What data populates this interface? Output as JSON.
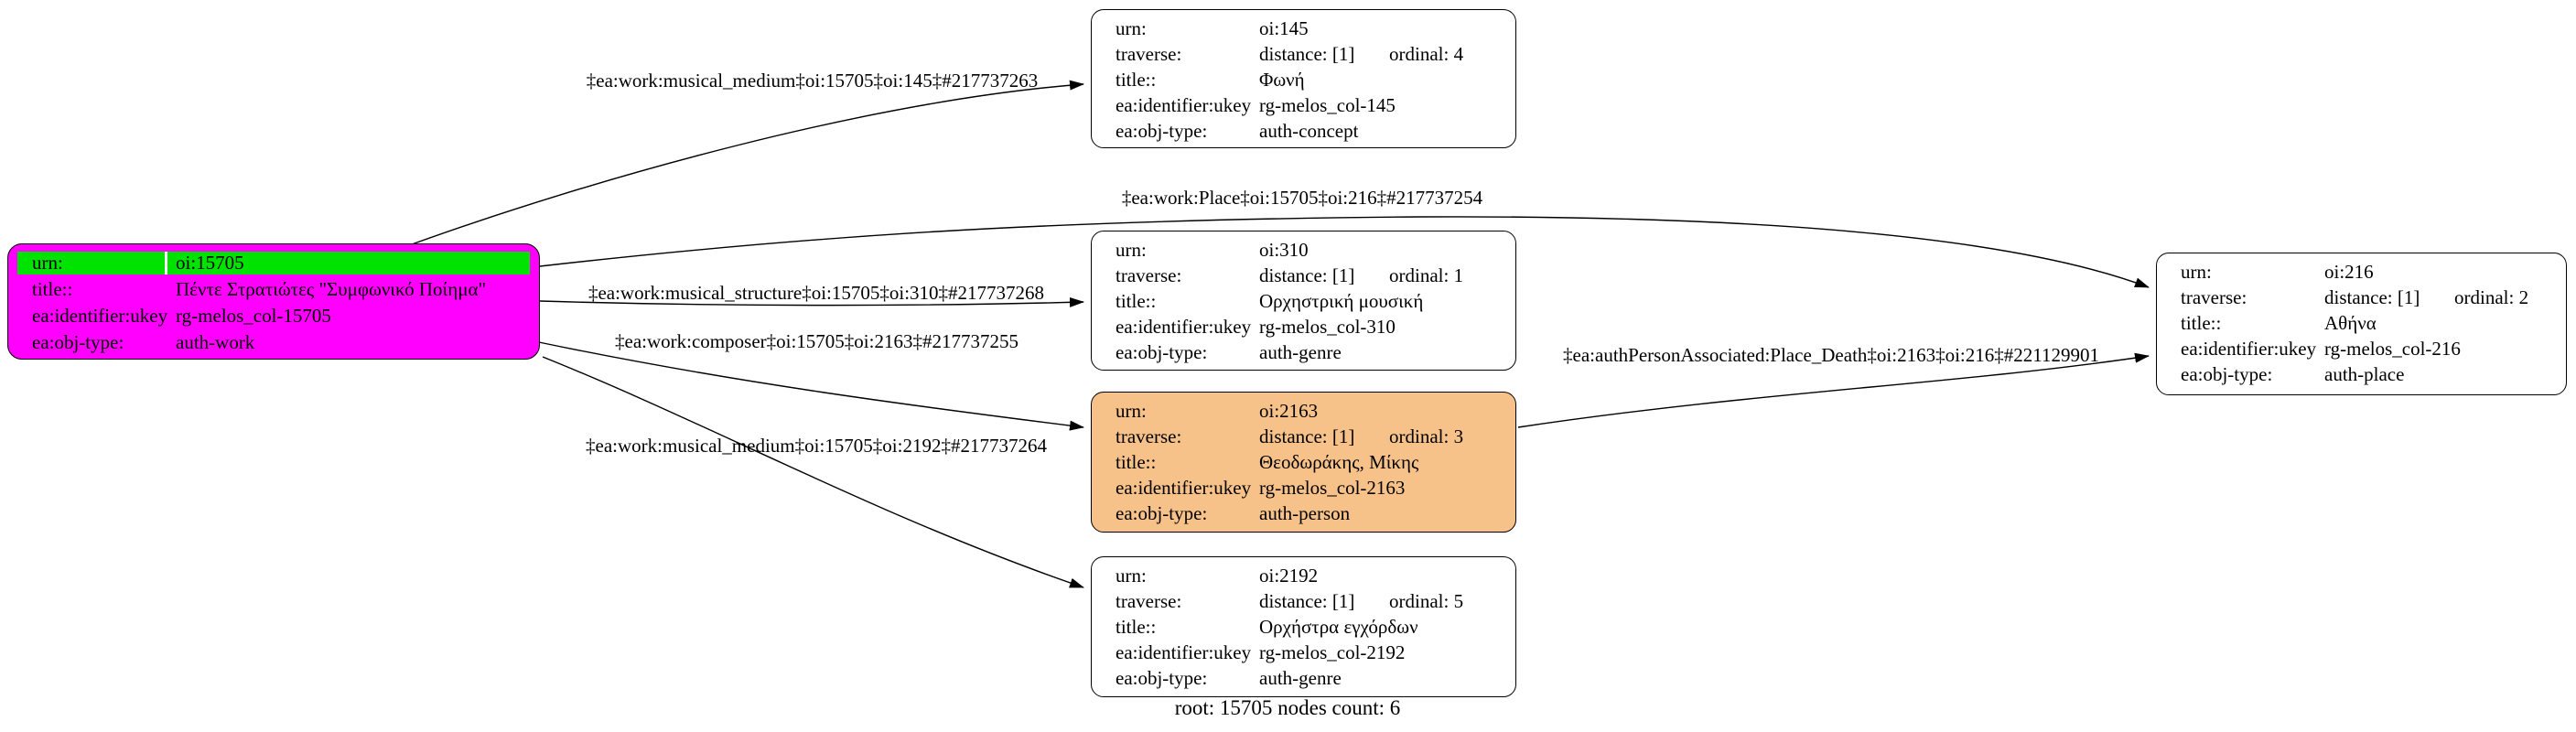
{
  "colors": {
    "root_fill": "#FF00FF",
    "highlight": "#00E300",
    "person_fill": "#F7C289",
    "node_fill": "#FFFFFF",
    "line": "#000000"
  },
  "fields": {
    "urn": "urn:",
    "traverse": "traverse:",
    "title": "title::",
    "identifier": "ea:identifier:ukey",
    "objtype": "ea:obj-type:"
  },
  "nodes": {
    "n15705": {
      "urn": "oi:15705",
      "title": "Πέντε Στρατιώτες \"Συμφωνικό Ποίημα\"",
      "identifier": "rg-melos_col-15705",
      "objtype": "auth-work"
    },
    "n145": {
      "urn": "oi:145",
      "distance": "distance: [1]",
      "ordinal": "ordinal: 4",
      "title": "Φωνή",
      "identifier": "rg-melos_col-145",
      "objtype": "auth-concept"
    },
    "n310": {
      "urn": "oi:310",
      "distance": "distance: [1]",
      "ordinal": "ordinal: 1",
      "title": "Ορχηστρική μουσική",
      "identifier": "rg-melos_col-310",
      "objtype": "auth-genre"
    },
    "n2163": {
      "urn": "oi:2163",
      "distance": "distance: [1]",
      "ordinal": "ordinal: 3",
      "title": "Θεοδωράκης, Μίκης",
      "identifier": "rg-melos_col-2163",
      "objtype": "auth-person"
    },
    "n2192": {
      "urn": "oi:2192",
      "distance": "distance: [1]",
      "ordinal": "ordinal: 5",
      "title": "Ορχήστρα εγχόρδων",
      "identifier": "rg-melos_col-2192",
      "objtype": "auth-genre"
    },
    "n216": {
      "urn": "oi:216",
      "distance": "distance: [1]",
      "ordinal": "ordinal: 2",
      "title": "Αθήνα",
      "identifier": "rg-melos_col-216",
      "objtype": "auth-place"
    }
  },
  "edges": {
    "musical_medium_145": {
      "label": "‡ea:work:musical_medium‡oi:15705‡oi:145‡#217737263"
    },
    "place_216": {
      "label": "‡ea:work:Place‡oi:15705‡oi:216‡#217737254"
    },
    "musical_structure_310": {
      "label": "‡ea:work:musical_structure‡oi:15705‡oi:310‡#217737268"
    },
    "composer_2163": {
      "label": "‡ea:work:composer‡oi:15705‡oi:2163‡#217737255"
    },
    "musical_medium_2192": {
      "label": "‡ea:work:musical_medium‡oi:15705‡oi:2192‡#217737264"
    },
    "place_death_216": {
      "label": "‡ea:authPersonAssociated:Place_Death‡oi:2163‡oi:216‡#221129901"
    }
  },
  "caption": "root: 15705 nodes count: 6"
}
